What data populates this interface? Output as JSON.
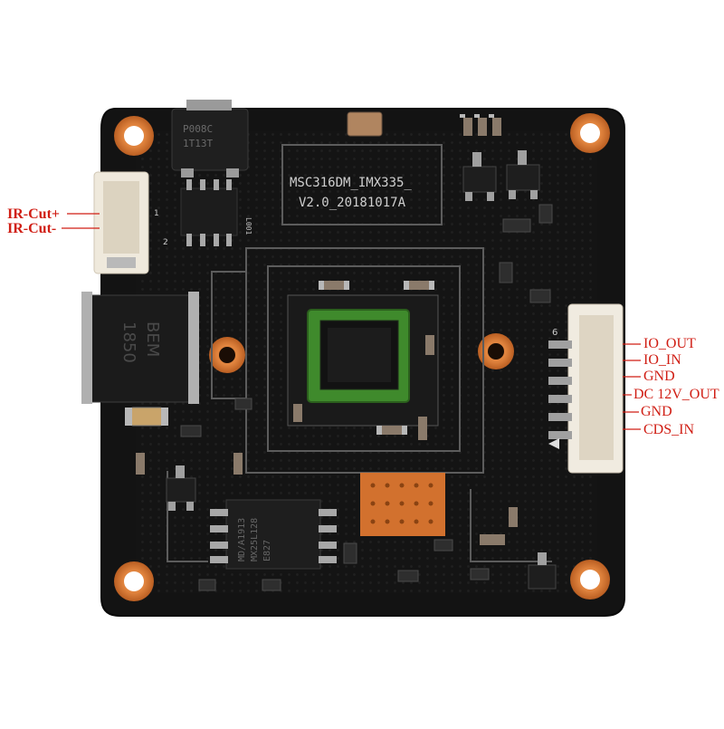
{
  "board": {
    "silkscreen_line1": "MSC316DM_IMX335_",
    "silkscreen_line2": "V2.0_20181017A",
    "inductor_marking_1": "BEM",
    "inductor_marking_2": "1850",
    "regulator_marking_1": "P008C",
    "regulator_marking_2": "1T13T",
    "flash_marking_1": "MD/A1913",
    "flash_marking_2": "MX25L128",
    "flash_marking_3": "E827",
    "chip_small_marking": "L001",
    "pin_num_2": "2",
    "pin_num_1": "1",
    "pin_num_6": "6"
  },
  "labels": {
    "left": [
      "IR-Cut+",
      "IR-Cut-"
    ],
    "right": [
      "IO_OUT",
      "IO_IN",
      "GND",
      "DC 12V_OUT",
      "GND",
      "CDS_IN"
    ]
  },
  "colors": {
    "pcb": "#141414",
    "copper": "#d2712e",
    "connector": "#f1ece0",
    "label": "#d01e14",
    "sensor_frame": "#3f8a2c"
  }
}
